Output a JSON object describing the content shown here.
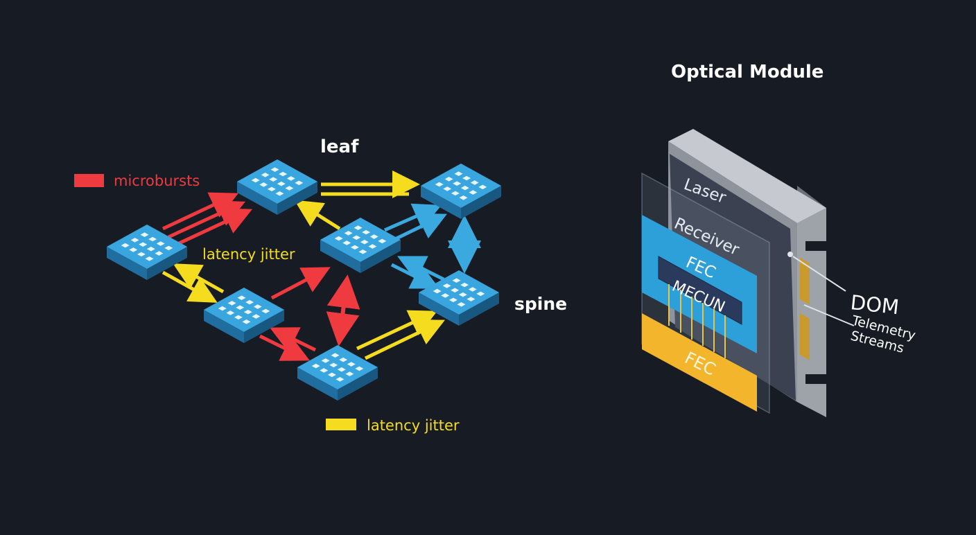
{
  "network": {
    "labels": {
      "leaf": "leaf",
      "spine": "spine",
      "jitter_inline": "latency jitter"
    },
    "legend": {
      "microbursts": {
        "label": "microbursts",
        "color": "#ef3a3f"
      },
      "latency_jitter": {
        "label": "latency jitter",
        "color": "#f5dc1e"
      }
    },
    "colors": {
      "switch_top": "#3aa6df",
      "switch_side": "#1f6e9f",
      "switch_front": "#18577f",
      "port": "#e8f6ff",
      "link_blue": "#3aa9e0",
      "link_red": "#ef3a3f",
      "link_yellow": "#f5dc1e"
    }
  },
  "module": {
    "title": "Optical Module",
    "layers": {
      "laser": "Laser",
      "receiver": "Receiver",
      "fec_upper": "FEC",
      "mecun": "MECUN",
      "fec_lower": "FEC"
    },
    "callout": {
      "dom": "DOM",
      "telemetry": "Telemetry",
      "streams": "Streams"
    },
    "colors": {
      "housing": "#8f939b",
      "housing_edge": "#c9ccd2",
      "panel": "#3b4150",
      "blue": "#2d9fd9",
      "yellow": "#f2b52b",
      "chip": "#2a3a5c",
      "gold": "#c99a2e"
    }
  }
}
